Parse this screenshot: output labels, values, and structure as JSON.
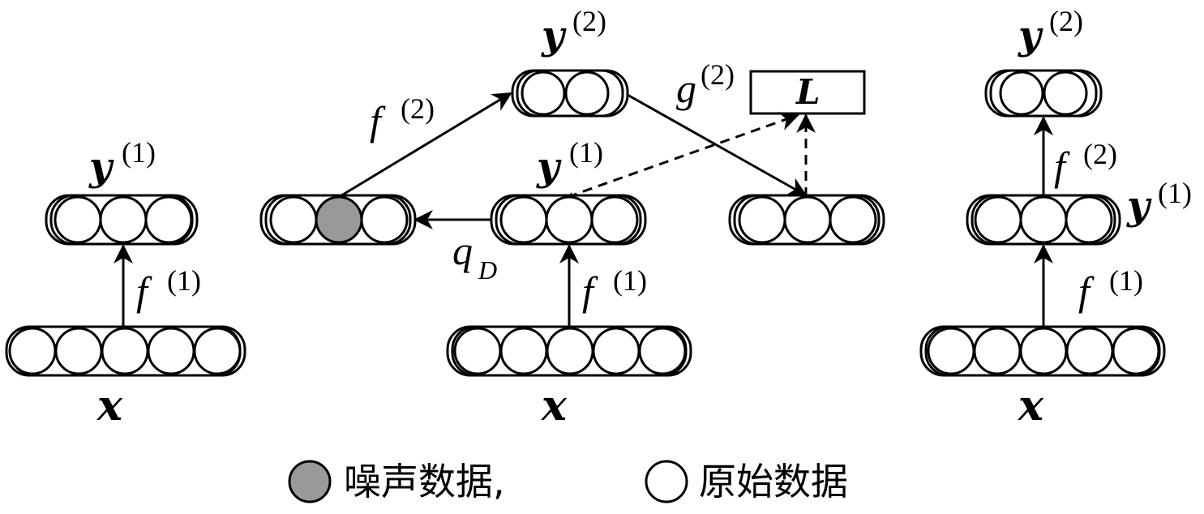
{
  "labels": {
    "x": "x",
    "y": "y",
    "f": "f",
    "g": "g",
    "q": "q",
    "q_sub": "D",
    "L": "L",
    "sup1": "(1)",
    "sup2": "(2)"
  },
  "legend": {
    "noise_label": "噪声数据,",
    "original_label": "原始数据"
  },
  "colors": {
    "stroke": "#000000",
    "noise_fill": "#999999",
    "node_fill": "#ffffff"
  }
}
